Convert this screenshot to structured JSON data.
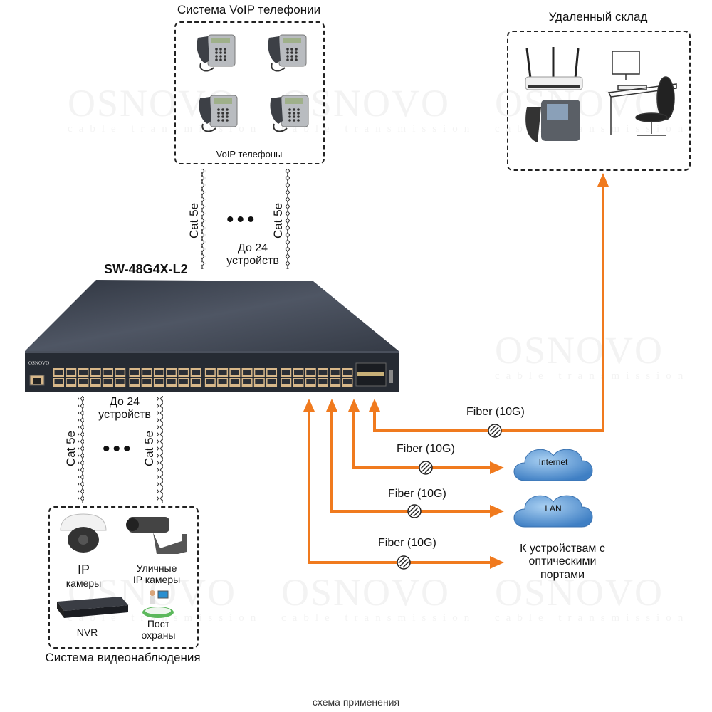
{
  "watermark": {
    "brand": "OSNOVO",
    "tagline": "cable transmission"
  },
  "voip_group": {
    "title": "Система VoIP телефонии",
    "caption": "VoIP телефоны",
    "device_count": 4,
    "link_label_left": "Cat 5e",
    "link_label_right": "Cat 5e",
    "count_label_line1": "До 24",
    "count_label_line2": "устройств"
  },
  "warehouse_group": {
    "title": "Удаленный склад",
    "devices": [
      "wifi-router",
      "ip-phone",
      "workstation"
    ]
  },
  "switch": {
    "model": "SW-48G4X-L2",
    "brand": "OSNOVO",
    "rj45_ports": 48,
    "sfp_ports": 4
  },
  "cctv_group": {
    "title": "Система видеонаблюдения",
    "link_label_left": "Cat 5e",
    "link_label_right": "Cat 5e",
    "count_label_line1": "До 24",
    "count_label_line2": "устройств",
    "items": [
      {
        "line1": "IP",
        "line2": "камеры"
      },
      {
        "line1": "Уличные",
        "line2": "IP камеры"
      },
      {
        "line1": "NVR",
        "line2": ""
      },
      {
        "line1": "Пост",
        "line2": "охраны"
      }
    ]
  },
  "fiber_links": [
    {
      "label": "Fiber (10G)",
      "target": "Удаленный склад"
    },
    {
      "label": "Fiber (10G)",
      "target": "Internet"
    },
    {
      "label": "Fiber (10G)",
      "target": "LAN"
    },
    {
      "label": "Fiber (10G)",
      "target": "К устройствам с оптическими портами"
    }
  ],
  "clouds": {
    "internet": "Internet",
    "lan": "LAN"
  },
  "optical_devices": {
    "line1": "К устройствам с",
    "line2": "оптическими",
    "line3": "портами"
  },
  "colors": {
    "fiber": "#f07a1e",
    "switch_body": "#3a404c",
    "port": "#d8b88a",
    "cloud": "#4f8fd0"
  },
  "footer": "схема применения"
}
